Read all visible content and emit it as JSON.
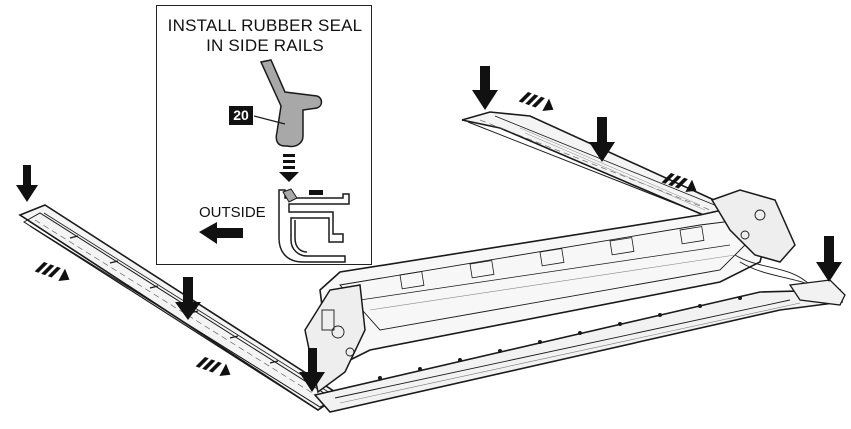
{
  "callout": {
    "title_line1": "INSTALL RUBBER SEAL",
    "title_line2": "IN SIDE RAILS",
    "part_number": "20",
    "outside_label": "OUTSIDE"
  },
  "colors": {
    "line": "#1a1a1a",
    "seal_fill": "#a8a8a8",
    "frame_fill": "#f2f2f2",
    "arrow_fill": "#111111",
    "background": "#ffffff"
  },
  "icons": [
    "down-arrow-icon",
    "slide-direction-arrow-icon",
    "left-arrow-icon"
  ]
}
